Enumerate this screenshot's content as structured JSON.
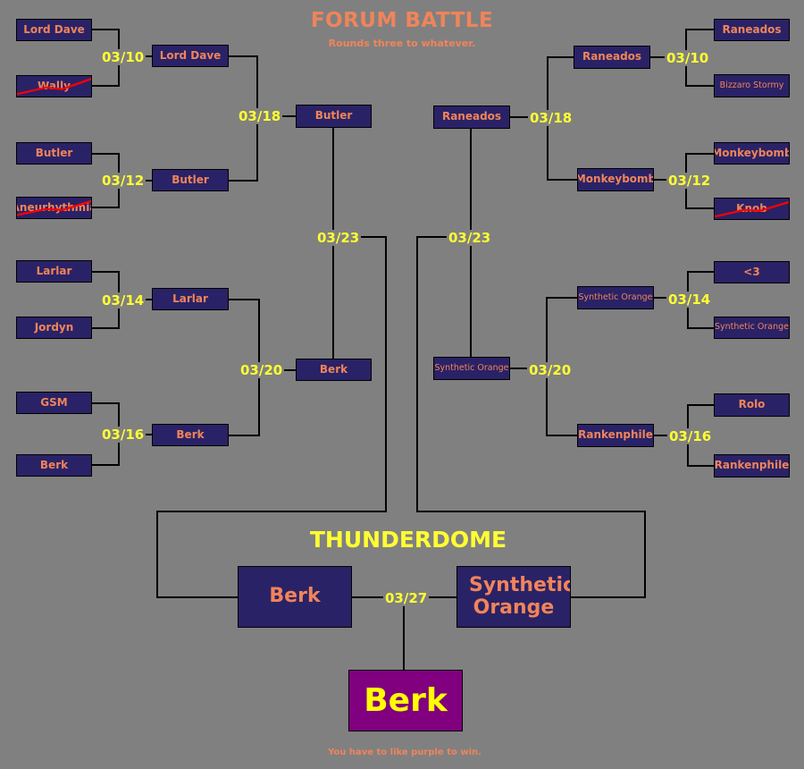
{
  "header": {
    "title": "FORUM BATTLE",
    "subtitle": "Rounds three to whatever."
  },
  "left": {
    "round1": [
      {
        "a": "Lord Dave",
        "b": "Wally",
        "b_eliminated": true,
        "date": "03/10",
        "winner": "Lord Dave"
      },
      {
        "a": "Butler",
        "b": "Aneurhythmia",
        "b_eliminated": true,
        "date": "03/12",
        "winner": "Butler"
      },
      {
        "a": "Larlar",
        "b": "Jordyn",
        "date": "03/14",
        "winner": "Larlar"
      },
      {
        "a": "GSM",
        "b": "Berk",
        "date": "03/16",
        "winner": "Berk"
      }
    ],
    "round2": [
      {
        "date": "03/18",
        "winner": "Butler"
      },
      {
        "date": "03/20",
        "winner": "Berk"
      }
    ],
    "semi": {
      "date": "03/23"
    }
  },
  "right": {
    "round1": [
      {
        "a": "Raneados",
        "b": "Bizzaro Stormy",
        "date": "03/10",
        "winner": "Raneados"
      },
      {
        "a": "Monkeybomb",
        "b": "Knob",
        "b_eliminated": true,
        "date": "03/12",
        "winner": "Monkeybomb"
      },
      {
        "a": "<3",
        "b": "Synthetic Orange",
        "date": "03/14",
        "winner": "Synthetic Orange"
      },
      {
        "a": "Rolo",
        "b": "Rankenphile",
        "date": "03/16",
        "winner": "Rankenphile"
      }
    ],
    "round2": [
      {
        "date": "03/18",
        "winner": "Raneados"
      },
      {
        "date": "03/20",
        "winner": "Synthetic Orange"
      }
    ],
    "semi": {
      "date": "03/23"
    }
  },
  "final": {
    "title": "THUNDERDOME",
    "left": "Berk",
    "right": "Synthetic Orange",
    "date": "03/27",
    "champion": "Berk"
  },
  "footer": {
    "text": "You have to like purple to win."
  },
  "colors": {
    "background": "#808080",
    "box": "#2a2266",
    "name_text": "#f0845a",
    "date_text": "#ffff33",
    "champion_box": "#800080",
    "champion_text": "#ffff00",
    "eliminated_mark": "#ff0000"
  }
}
